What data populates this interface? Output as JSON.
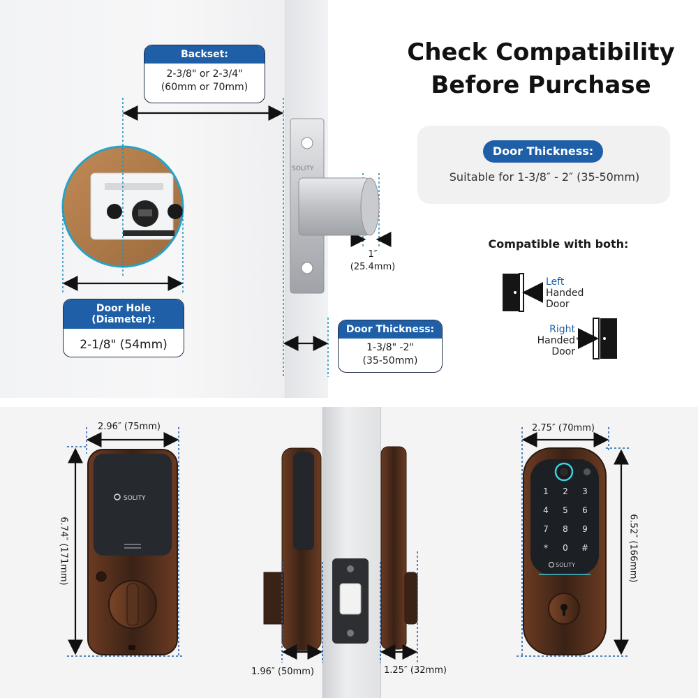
{
  "title": {
    "line1": "Check Compatibility",
    "line2": "Before Purchase"
  },
  "door_thickness_card": {
    "label": "Door Thickness:",
    "value": "Suitable for 1-3/8″ - 2″ (35-50mm)"
  },
  "compatibility": {
    "heading": "Compatible with both:",
    "left": {
      "highlight": "Left",
      "line2": "Handed",
      "line3": "Door"
    },
    "right": {
      "highlight": "Right",
      "line2": "Handed",
      "line3": "Door"
    }
  },
  "backset": {
    "label": "Backset:",
    "line1": "2-3/8\" or 2-3/4\"",
    "line2": "(60mm or 70mm)"
  },
  "door_hole": {
    "label": "Door Hole (Diameter):",
    "value": "2-1/8\" (54mm)"
  },
  "door_thickness_diagram": {
    "label": "Door Thickness:",
    "line1": "1-3/8\" -2\"",
    "line2": "(35-50mm)"
  },
  "bolt": {
    "line1": "1″",
    "line2": "(25.4mm)"
  },
  "brand": "SOLITY",
  "latch_plate_text": "SOLITY",
  "interior": {
    "width": "2.96″ (75mm)",
    "height": "6.74″ (171mm)"
  },
  "side": {
    "depth_left": "1.96″ (50mm)",
    "depth_right": "1.25″ (32mm)"
  },
  "exterior": {
    "width": "2.75″ (70mm)",
    "height": "6.52″ (166mm)",
    "keypad": [
      "1",
      "2",
      "3",
      "4",
      "5",
      "6",
      "7",
      "8",
      "9",
      "*",
      "0",
      "#"
    ]
  },
  "colors": {
    "accent": "#1f5fa8",
    "bronze": "#5a3320",
    "guide": "#1f8fb8"
  }
}
